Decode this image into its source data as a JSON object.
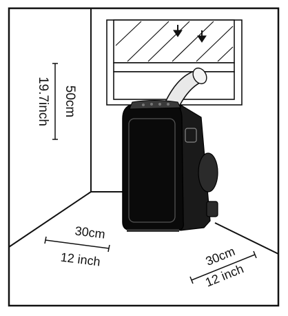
{
  "diagram": {
    "room_height": {
      "metric": "50cm",
      "imperial": "19.7inch"
    },
    "left_clearance": {
      "metric": "30cm",
      "imperial": "12 inch"
    },
    "right_clearance": {
      "metric": "30cm",
      "imperial": "12 inch"
    },
    "colors": {
      "line": "#111111",
      "unit_body": "#0a0a0a",
      "unit_panel": "#2a2a2a",
      "background": "#ffffff"
    },
    "icons": [
      "airflow-arrow-icon",
      "airflow-arrow-icon"
    ]
  }
}
